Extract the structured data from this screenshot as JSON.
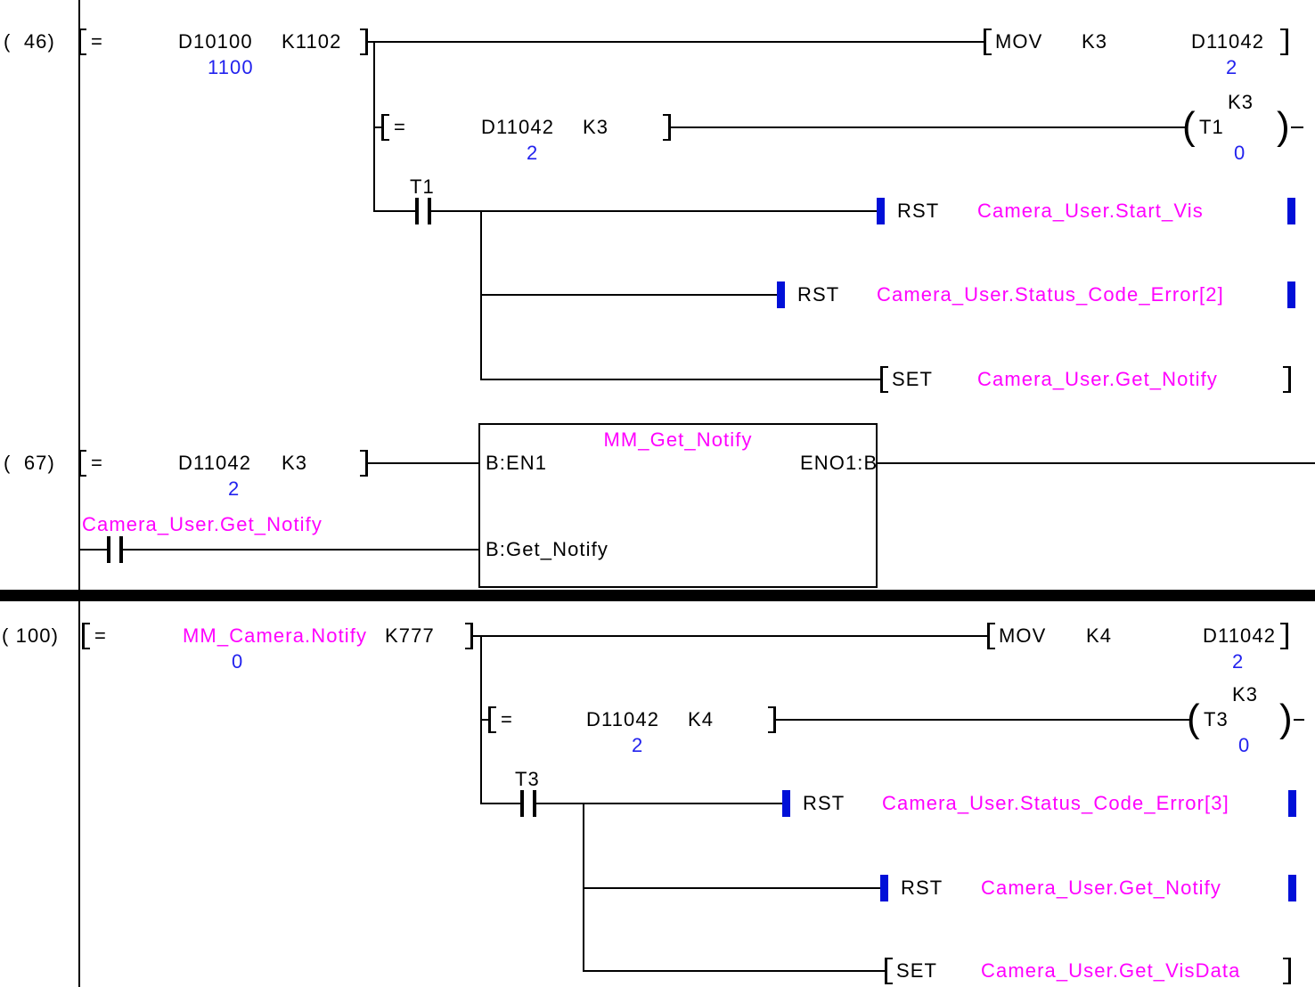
{
  "colors": {
    "monitor_value_blue": "#2222ee",
    "device_comment_magenta": "#ff00ff",
    "energized_bracket_blue": "#0010d8",
    "wire_black": "#000000"
  },
  "rung46": {
    "step": "(  46)",
    "cmp_main": {
      "op": "=",
      "operand1": "D10100",
      "operand2": "K1102",
      "operand1_value": "1100"
    },
    "mov": {
      "label": "MOV",
      "source": "K3",
      "dest": "D11042",
      "dest_value": "2"
    },
    "cmp_sub": {
      "op": "=",
      "operand1": "D11042",
      "operand2": "K3",
      "operand1_value": "2"
    },
    "timer_coil": {
      "name": "T1",
      "preset": "K3",
      "current": "0"
    },
    "contact_t1": {
      "label": "T1"
    },
    "rst_start_vis": {
      "label": "RST",
      "device": "Camera_User.Start_Vis"
    },
    "rst_status_err2": {
      "label": "RST",
      "device": "Camera_User.Status_Code_Error[2]"
    },
    "set_get_notify": {
      "label": "SET",
      "device": "Camera_User.Get_Notify"
    }
  },
  "rung67": {
    "step": "(  67)",
    "cmp": {
      "op": "=",
      "operand1": "D11042",
      "operand2": "K3",
      "operand1_value": "2"
    },
    "contact_get_notify": {
      "label": "Camera_User.Get_Notify"
    },
    "function_block": {
      "title": "MM_Get_Notify",
      "input_en": "B:EN1",
      "output_eno": "ENO1:B",
      "input_get_notify": "B:Get_Notify"
    }
  },
  "rung100": {
    "step": "( 100)",
    "cmp_main": {
      "op": "=",
      "operand1": "MM_Camera.Notify",
      "operand2": "K777",
      "operand1_value": "0"
    },
    "mov": {
      "label": "MOV",
      "source": "K4",
      "dest": "D11042",
      "dest_value": "2"
    },
    "cmp_sub": {
      "op": "=",
      "operand1": "D11042",
      "operand2": "K4",
      "operand1_value": "2"
    },
    "timer_coil": {
      "name": "T3",
      "preset": "K3",
      "current": "0"
    },
    "contact_t3": {
      "label": "T3"
    },
    "rst_status_err3": {
      "label": "RST",
      "device": "Camera_User.Status_Code_Error[3]"
    },
    "rst_get_notify": {
      "label": "RST",
      "device": "Camera_User.Get_Notify"
    },
    "set_get_visdata": {
      "label": "SET",
      "device": "Camera_User.Get_VisData"
    }
  }
}
